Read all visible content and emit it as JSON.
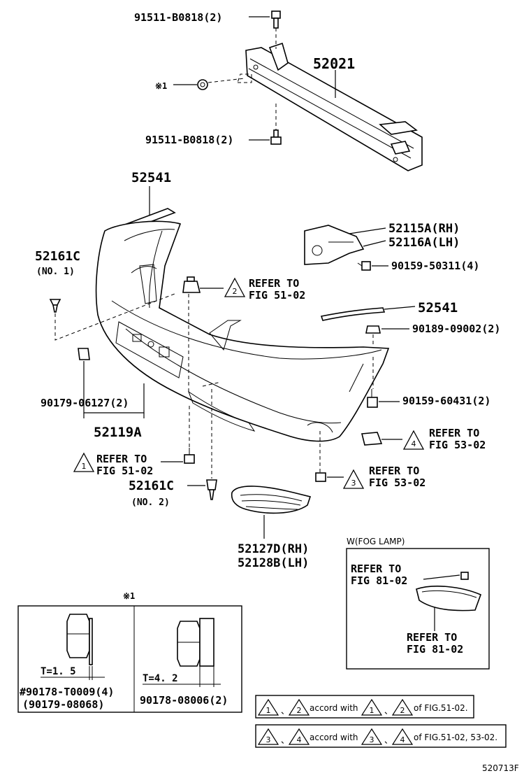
{
  "labels": {
    "bolt_top": "91511-B0818(2)",
    "bolt_bottom": "91511-B0818(2)",
    "note1": "※1",
    "reinforcement": "52021",
    "moulding_upper": "52541",
    "retainer_no1_part": "52161C",
    "retainer_no1_note": "(NO. 1)",
    "bracket_rh": "52115A(RH)",
    "bracket_lh": "52116A(LH)",
    "screw_50311": "90159-50311(4)",
    "refer_2_line1": "REFER TO",
    "refer_2_line2": "FIG 51-02",
    "moulding_lower": "52541",
    "nut_09002": "90189-09002(2)",
    "clip_06127": "90179-06127(2)",
    "cover_52119": "52119A",
    "screw_60431": "90159-60431(2)",
    "refer_4_line1": "REFER TO",
    "refer_4_line2": "FIG 53-02",
    "refer_1_line1": "REFER TO",
    "refer_1_line2": "FIG 51-02",
    "retainer_no2_part": "52161C",
    "retainer_no2_note": "(NO. 2)",
    "refer_3_line1": "REFER TO",
    "refer_3_line2": "FIG 53-02",
    "grille_rh": "52127D(RH)",
    "grille_lh": "52128B(LH)",
    "fog_title": "W(FOG LAMP)",
    "fog_refer_a1": "REFER TO",
    "fog_refer_a2": "FIG 81-02",
    "fog_refer_b1": "REFER TO",
    "fog_refer_b2": "FIG 81-02",
    "inset_note": "※1",
    "thick_a": "T=1. 5",
    "thick_b": "T=4. 2",
    "nut_a_part": "#90178-T0009(4)",
    "nut_a_alt": "(90179-08068)",
    "nut_b_part": "90178-08006(2)",
    "figure_code": "520713F"
  },
  "triangles": [
    "1",
    "2",
    "3",
    "4"
  ],
  "legend": {
    "row1": {
      "a": "1",
      "b": "2",
      "sep": "、",
      "accord": "accord with",
      "a2": "1",
      "b2": "2",
      "of": "of FIG.51-02."
    },
    "row2": {
      "a": "3",
      "b": "4",
      "sep": "、",
      "accord": "accord with",
      "a2": "3",
      "b2": "4",
      "of": "of FIG.51-02, 53-02."
    }
  }
}
